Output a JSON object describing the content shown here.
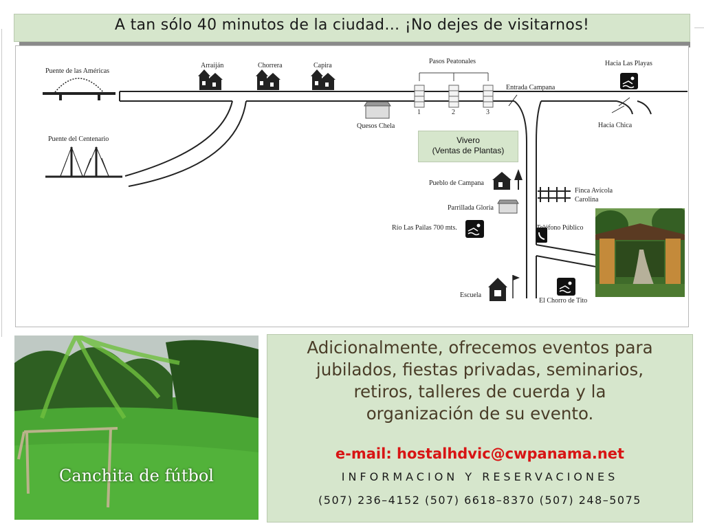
{
  "header": {
    "banner_text": "A tan sólo 40 minutos de la ciudad…  ¡No dejes de visitarnos!"
  },
  "map": {
    "labels": {
      "puente_americas": "Puente de las Américas",
      "puente_centenario": "Puente del Centenario",
      "arraijan": "Arraiján",
      "chorrera": "Chorrera",
      "capira": "Capira",
      "pasos_peatonales": "Pasos Peatonales",
      "paso_1": "1",
      "paso_2": "2",
      "paso_3": "3",
      "quesos_chela": "Quesos Chela",
      "entrada_campana": "Entrada Campana",
      "hacia_las_playas": "Hacia Las Playas",
      "hacia_chica": "Hacia Chica",
      "vivero_line1": "Vivero",
      "vivero_line2": "(Ventas de Plantas)",
      "pueblo_campana": "Pueblo de Campana",
      "finca_avicola_1": "Finca Avícola",
      "finca_avicola_2": "Carolina",
      "parrillada_gloria": "Parrillada Gloria",
      "rio_las_pailas": "Río Las Pailas 700 mts.",
      "telefono_publico": "Teléfono Público",
      "escuela": "Escuela",
      "chorro_tito": "El Chorro de Tito"
    },
    "icons": [
      "bridge-arch-icon",
      "bridge-cable-icon",
      "village-icon",
      "crosswalk-icon",
      "shop-icon",
      "swimming-icon",
      "house-tree-icon",
      "fence-icon",
      "telephone-icon",
      "school-icon"
    ]
  },
  "photos": {
    "field_caption": "Canchita de fútbol"
  },
  "info": {
    "line1": "Adicionalmente, ofrecemos eventos para",
    "line2": "jubilados, fiestas privadas, seminarios,",
    "line3": "retiros, talleres de cuerda y la",
    "line4": "organización de su evento.",
    "email": "e-mail: hostalhdvic@cwpanama.net",
    "reservations": "INFORMACION  Y RESERVACIONES",
    "phones": "(507) 236–4152  (507) 6618–8370  (507) 248–5075"
  },
  "colors": {
    "panel_green": "#d6e6cc",
    "body_text_brown": "#4a3d28",
    "email_red": "#d81414"
  }
}
